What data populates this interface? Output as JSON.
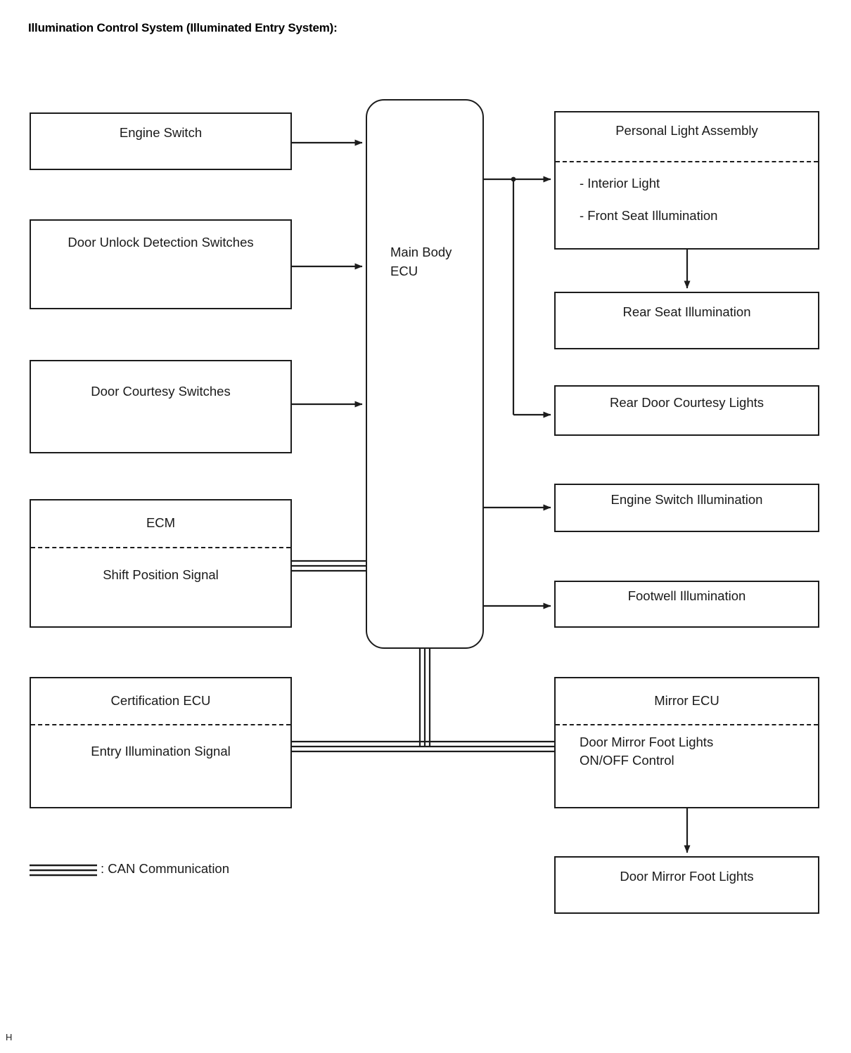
{
  "page": {
    "title": "Illumination Control System (Illuminated Entry System):",
    "page_marker": "H"
  },
  "diagram": {
    "type": "block-diagram",
    "inputs": [
      {
        "id": "engine-switch",
        "label": "Engine Switch"
      },
      {
        "id": "door-unlock-detection-switches",
        "label": "Door Unlock Detection Switches"
      },
      {
        "id": "door-courtesy-switches",
        "label": "Door Courtesy Switches"
      },
      {
        "id": "ecm",
        "label": "ECM",
        "sub_label": "Shift Position Signal",
        "divided": true
      },
      {
        "id": "certification-ecu",
        "label": "Certification ECU",
        "sub_label": "Entry Illumination Signal",
        "divided": true
      }
    ],
    "controller": {
      "id": "main-body-ecu",
      "label": "Main Body\nECU"
    },
    "outputs": [
      {
        "id": "personal-light-assembly",
        "label": "Personal Light Assembly",
        "divided": true,
        "items": [
          "- Interior Light",
          "- Front Seat Illumination"
        ]
      },
      {
        "id": "rear-seat-illumination",
        "label": "Rear Seat Illumination"
      },
      {
        "id": "rear-door-courtesy-lights",
        "label": "Rear Door Courtesy Lights"
      },
      {
        "id": "engine-switch-illumination",
        "label": "Engine Switch Illumination"
      },
      {
        "id": "footwell-illumination",
        "label": "Footwell Illumination"
      },
      {
        "id": "mirror-ecu",
        "label": "Mirror ECU",
        "sub_label": "Door Mirror Foot Lights\nON/OFF Control",
        "divided": true
      },
      {
        "id": "door-mirror-foot-lights",
        "label": "Door Mirror Foot Lights"
      }
    ],
    "legend": {
      "symbol": "triple-line",
      "label": ": CAN Communication"
    },
    "colors": {
      "line": "#1c1c1c",
      "background": "#ffffff",
      "text": "#1a1a1a"
    }
  }
}
